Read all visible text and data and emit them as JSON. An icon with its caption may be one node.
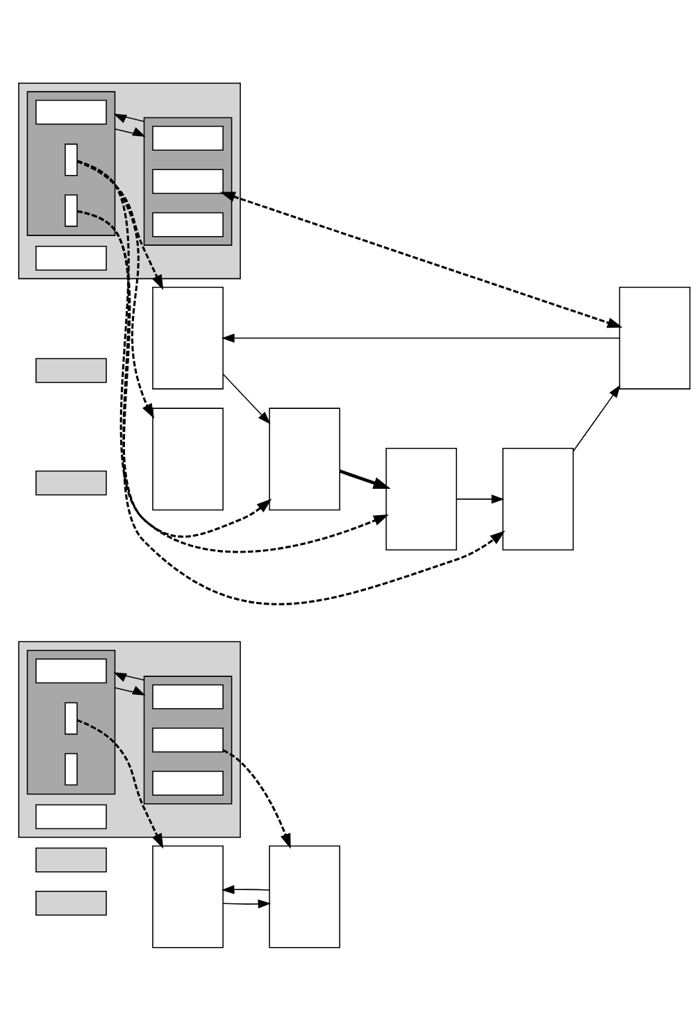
{
  "diagram": {
    "nodes": [
      {
        "text": [],
        "shape": "box"
      },
      {
        "text": [],
        "shape": "box"
      },
      {
        "text": [],
        "shape": "box"
      },
      {
        "text": [],
        "shape": "box",
        "in": 2
      },
      {
        "text": [],
        "shape": "box",
        "in": 3
      },
      {
        "text": [],
        "shape": "box",
        "in": 3
      },
      {
        "text": [],
        "shape": "box",
        "in": 3
      },
      {
        "text": [],
        "shape": "box",
        "in": 2
      },
      {
        "text": [],
        "shape": "box",
        "in": 7
      },
      {
        "text": [],
        "shape": "box",
        "in": 7
      },
      {
        "text": [],
        "shape": "box",
        "in": 7
      },
      {
        "text": [],
        "shape": "box",
        "in": 2
      },
      {
        "text": [],
        "shape": "box"
      },
      {
        "text": [],
        "shape": "box"
      },
      {
        "text": [],
        "shape": "box"
      },
      {
        "text": [],
        "shape": "box"
      },
      {
        "text": [],
        "shape": "box"
      },
      {
        "text": [],
        "shape": "box",
        "in": 16
      },
      {
        "text": [],
        "shape": "box",
        "in": 17
      },
      {
        "text": [],
        "shape": "box",
        "in": 17
      },
      {
        "text": [],
        "shape": "box",
        "in": 17
      },
      {
        "text": [],
        "shape": "box",
        "in": 16
      },
      {
        "text": [],
        "shape": "box",
        "in": 21
      },
      {
        "text": [],
        "shape": "box",
        "in": 21
      },
      {
        "text": [],
        "shape": "box",
        "in": 21
      },
      {
        "text": [],
        "shape": "box",
        "in": 16
      },
      {
        "text": [],
        "shape": "box"
      },
      {
        "text": [],
        "shape": "box"
      },
      {
        "text": [],
        "shape": "box"
      },
      {
        "text": [],
        "shape": "box"
      },
      {
        "text": [],
        "shape": "box"
      },
      {
        "text": [],
        "shape": "box"
      }
    ],
    "edges": [
      {
        "from": 7,
        "to": 3,
        "arrow": "to"
      },
      {
        "from": 3,
        "to": 7,
        "arrow": "to"
      },
      {
        "from": 5,
        "to": 12,
        "arrow": "to",
        "style": "dashed"
      },
      {
        "from": 9,
        "to": 13,
        "arrow": "to",
        "style": "dashed"
      },
      {
        "from": 13,
        "to": 12,
        "arrow": "to"
      },
      {
        "from": 12,
        "to": 13,
        "arrow": "to"
      },
      {
        "from": 21,
        "to": 17,
        "arrow": "to"
      },
      {
        "from": 17,
        "to": 21,
        "arrow": "to"
      },
      {
        "from": 19,
        "to": 26,
        "arrow": "to",
        "style": "dashed"
      },
      {
        "from": 19,
        "to": 27,
        "arrow": "to",
        "style": "dashed"
      },
      {
        "from": 19,
        "to": 28,
        "arrow": "to",
        "style": "dashed"
      },
      {
        "from": 23,
        "to": 29,
        "arrow": "both",
        "style": "dashed"
      },
      {
        "from": 20,
        "to": 30,
        "arrow": "to",
        "style": "dashed"
      },
      {
        "from": 20,
        "to": 31,
        "arrow": "to",
        "style": "dashed"
      },
      {
        "from": 29,
        "to": 26,
        "arrow": "to"
      },
      {
        "from": 26,
        "to": 30,
        "arrow": "to"
      },
      {
        "from": 30,
        "to": 27,
        "arrow": "to",
        "style": "thick"
      },
      {
        "from": 27,
        "to": 31,
        "arrow": "to"
      },
      {
        "from": 31,
        "to": 29,
        "arrow": "to"
      }
    ]
  }
}
